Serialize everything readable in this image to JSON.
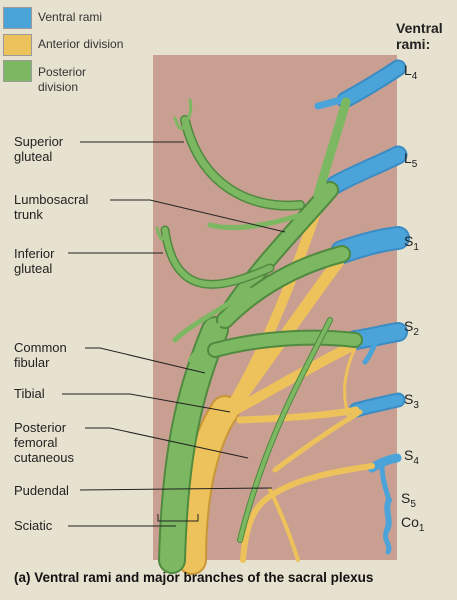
{
  "legend": [
    {
      "label": "Ventral rami",
      "color": "#4aa3d9"
    },
    {
      "label": "Anterior division",
      "color": "#eec25a"
    },
    {
      "label": "Posterior division",
      "color": "#7cb862"
    }
  ],
  "ventral_rami_title": "Ventral rami:",
  "roots": [
    {
      "letter": "L",
      "sub": "4"
    },
    {
      "letter": "L",
      "sub": "5"
    },
    {
      "letter": "S",
      "sub": "1"
    },
    {
      "letter": "S",
      "sub": "2"
    },
    {
      "letter": "S",
      "sub": "3"
    },
    {
      "letter": "S",
      "sub": "4"
    },
    {
      "letter": "S",
      "sub": "5"
    },
    {
      "letter": "Co",
      "sub": "1"
    }
  ],
  "labels": {
    "superior_gluteal": "Superior gluteal",
    "lumbosacral_trunk": "Lumbosacral trunk",
    "inferior_gluteal": "Inferior gluteal",
    "common_fibular": "Common fibular",
    "tibial": "Tibial",
    "posterior_femoral_cutaneous": "Posterior femoral cutaneous",
    "pudendal": "Pudendal",
    "sciatic": "Sciatic"
  },
  "caption": "(a) Ventral rami and major branches of the sacral plexus",
  "colors": {
    "background": "#e7e1cf",
    "panel": "#c99f91",
    "ventral": "#4aa3d9",
    "anterior": "#eec25a",
    "posterior": "#7cb862",
    "posterior_dark": "#4f8a3f",
    "anterior_dark": "#c99637"
  }
}
